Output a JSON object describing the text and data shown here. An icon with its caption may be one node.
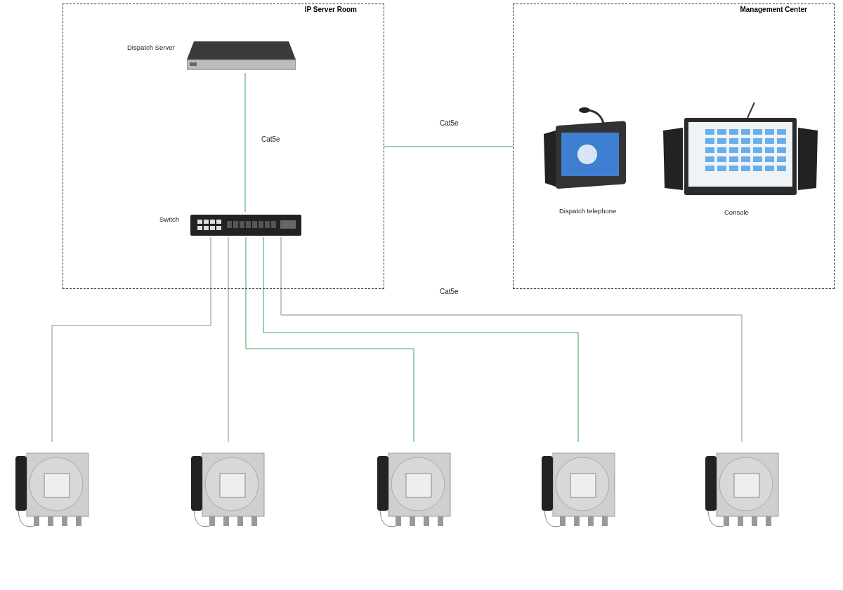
{
  "diagram": {
    "nodes": [
      {
        "text": [
          "IP Server Room"
        ]
      },
      {
        "text": [
          "Dispatch Server"
        ],
        "in": 0
      },
      {
        "text": [
          "Switch"
        ],
        "in": 0
      },
      {
        "text": [
          "Management Center"
        ]
      },
      {
        "text": [
          "Dispatch telephone"
        ],
        "in": 3
      },
      {
        "text": [
          "Console"
        ],
        "in": 3
      },
      {
        "text": [],
        "shape": "picture"
      },
      {
        "text": [],
        "shape": "picture"
      },
      {
        "text": [],
        "shape": "picture"
      },
      {
        "text": [],
        "shape": "picture"
      },
      {
        "text": [],
        "shape": "picture"
      }
    ],
    "edges": [
      {
        "from": 1,
        "to": 2,
        "arrow": "none",
        "label": "Cat5e"
      },
      {
        "from": 0,
        "to": 3,
        "arrow": "none",
        "label": "Cat5e"
      },
      {
        "from": 2,
        "to": 6,
        "arrow": "none",
        "color": "#8c8c8c"
      },
      {
        "from": 2,
        "to": 7,
        "arrow": "none",
        "color": "#8c8c8c"
      },
      {
        "from": 2,
        "to": 8,
        "arrow": "none"
      },
      {
        "from": 2,
        "to": 9,
        "arrow": "none"
      },
      {
        "from": 2,
        "to": 10,
        "arrow": "none",
        "color": "#8c8c8c"
      }
    ],
    "labels": [
      "Cat5e"
    ]
  }
}
